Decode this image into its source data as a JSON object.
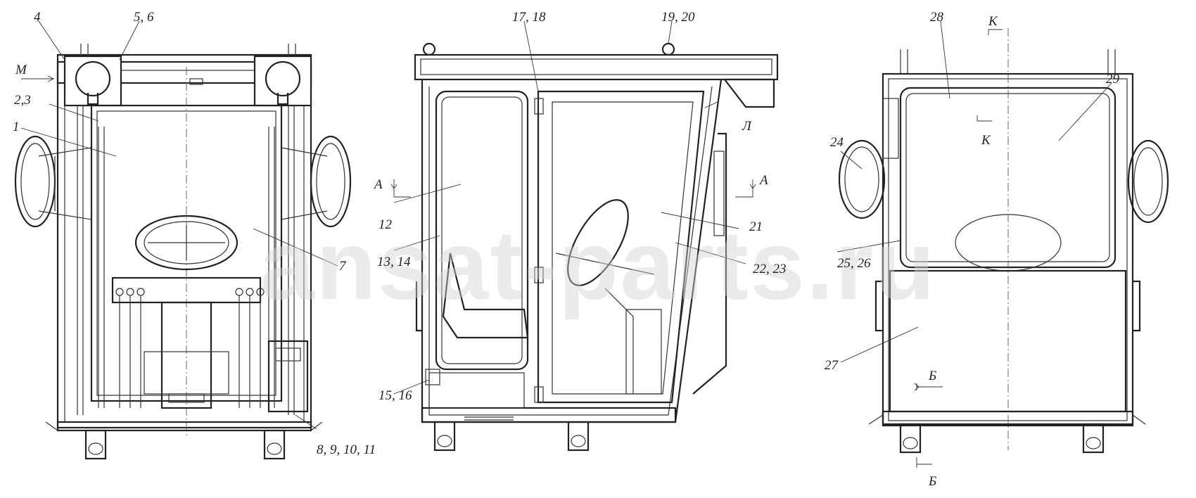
{
  "watermark": "ansat-parts.ru",
  "labels": {
    "l4": "4",
    "l56": "5, 6",
    "lM": "M",
    "l23": "2,3",
    "l1": "1",
    "l7": "7",
    "l891011": "8, 9, 10, 11",
    "l1718": "17, 18",
    "l1920": "19, 20",
    "lL": "Л",
    "lA_left": "A",
    "lA_right": "A",
    "l12": "12",
    "l1314": "13, 14",
    "l21": "21",
    "l2223": "22, 23",
    "l1516": "15, 16",
    "lK_top": "К",
    "lK_mid": "К",
    "l28": "28",
    "l29": "29",
    "l24": "24",
    "l2526": "25, 26",
    "l27": "27",
    "lB_mid": "Б",
    "lB_bot": "Б"
  }
}
